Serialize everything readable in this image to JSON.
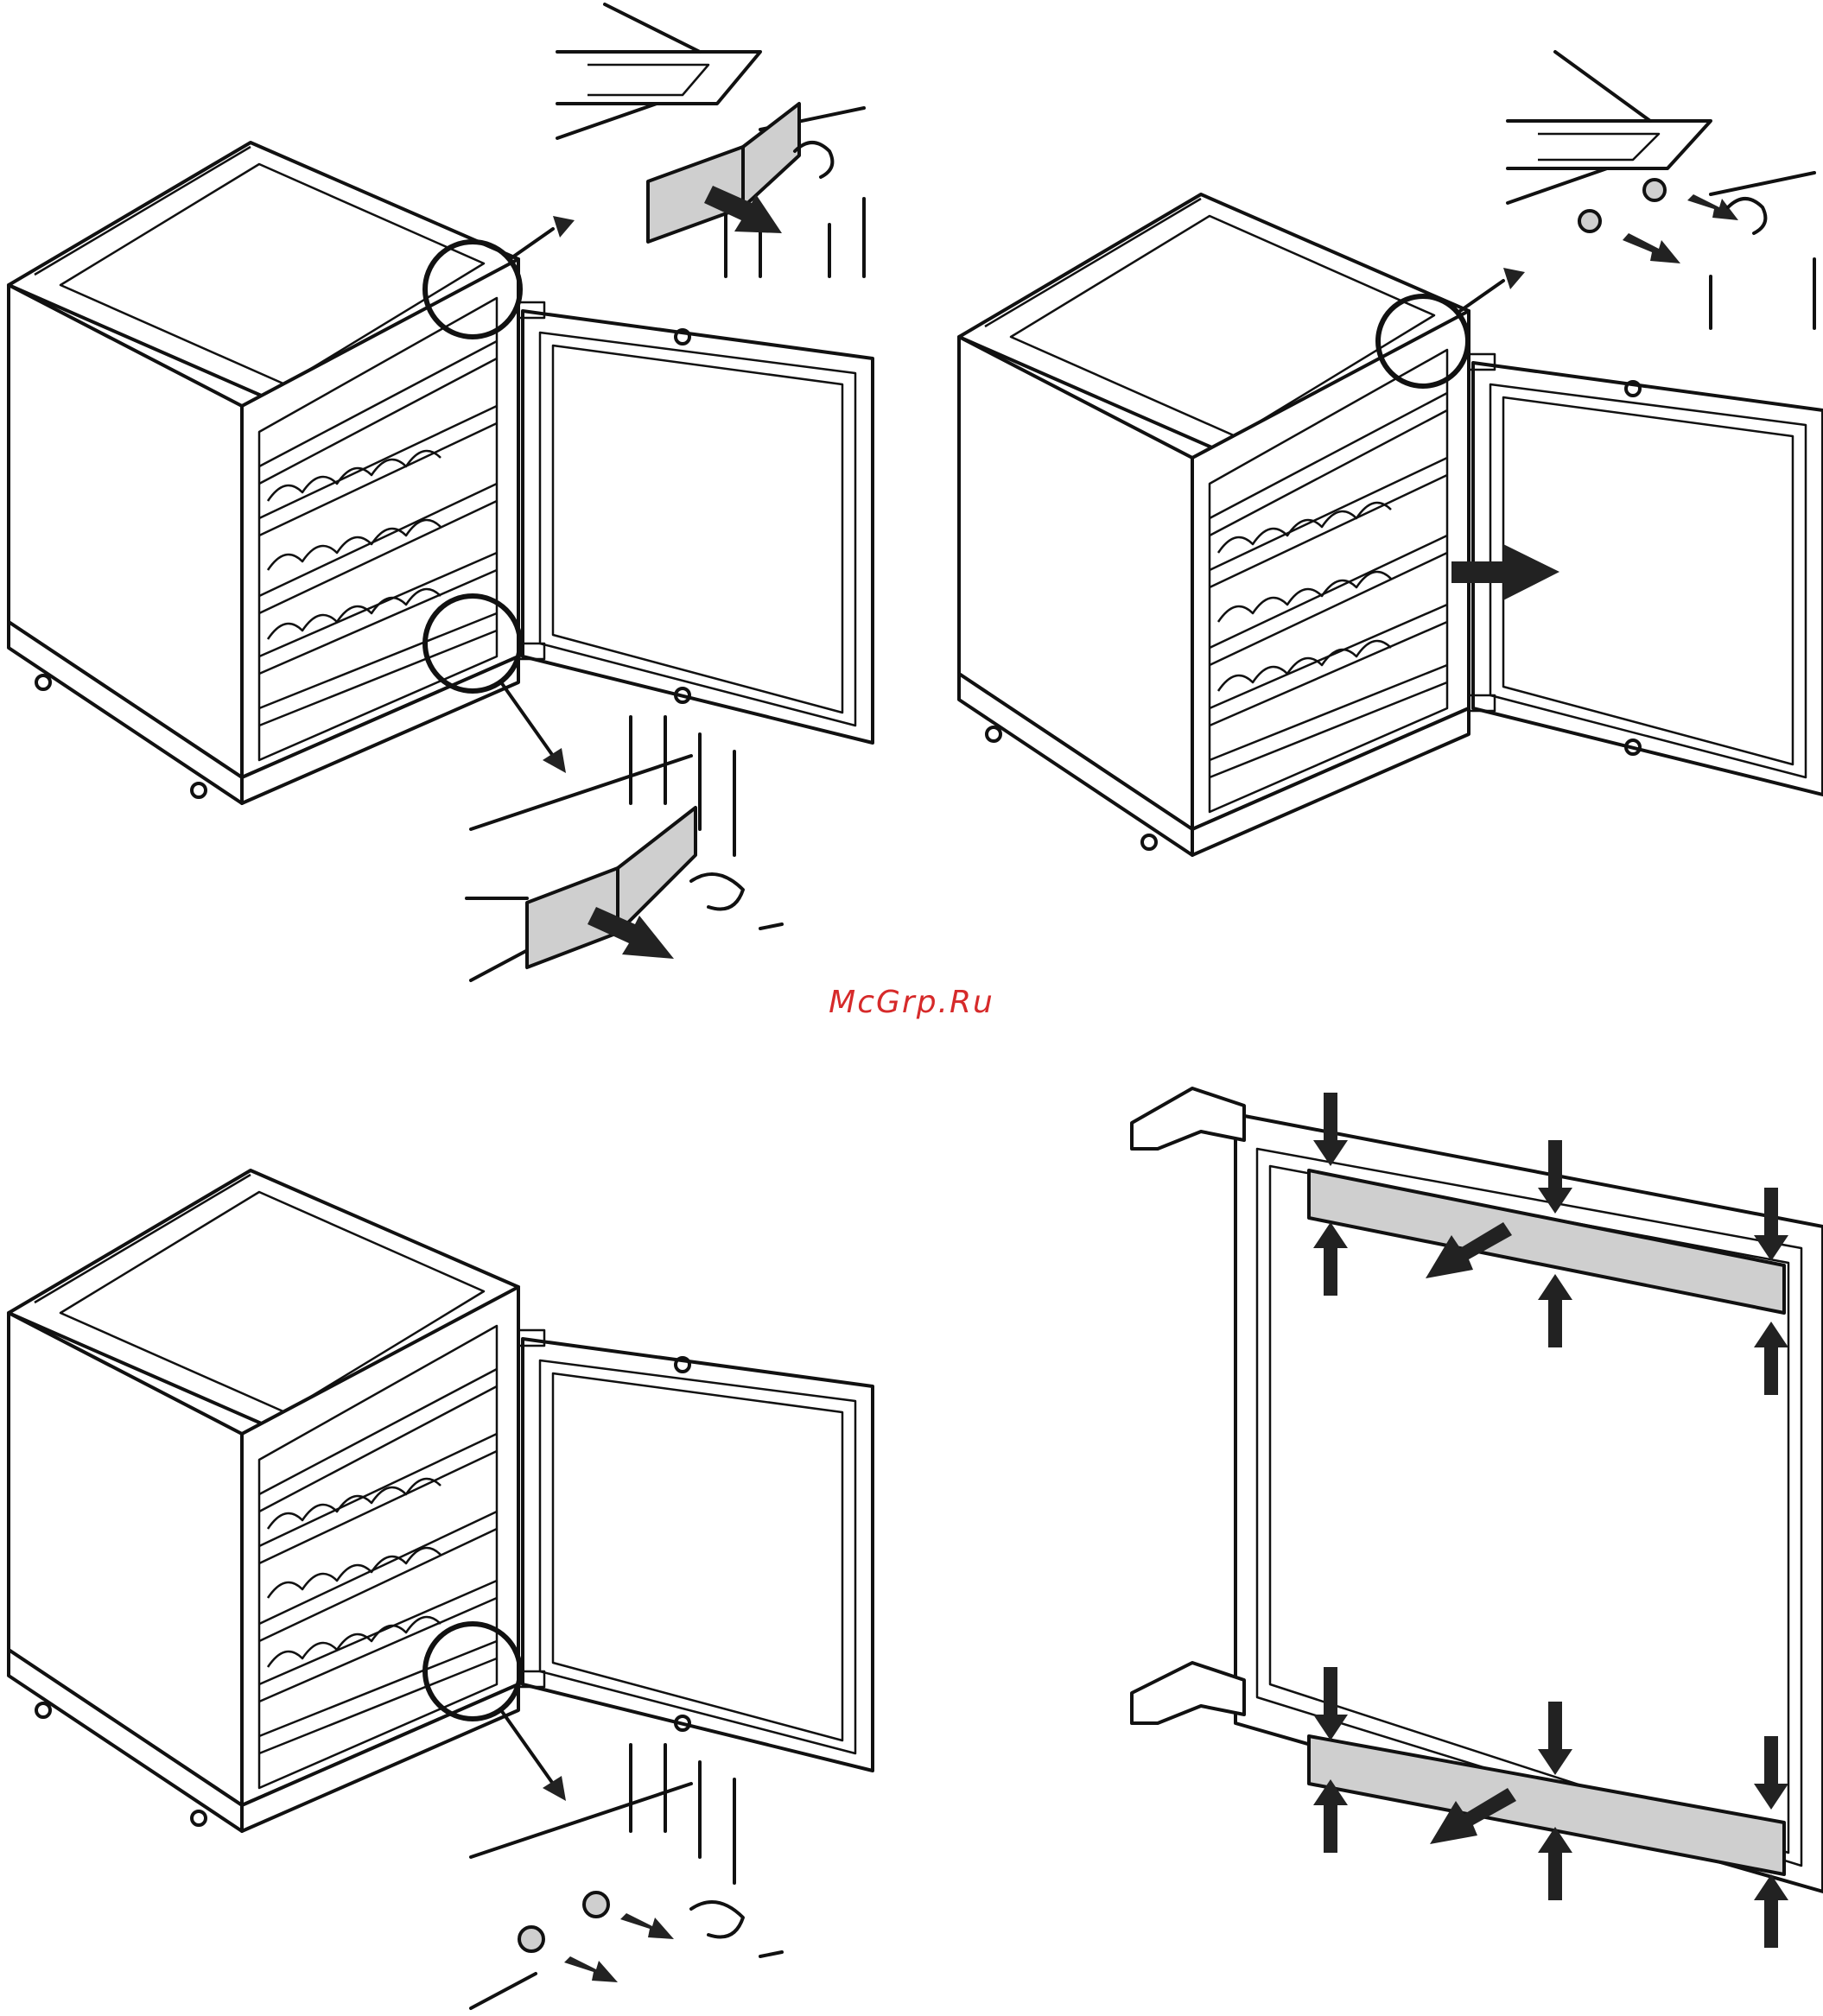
{
  "watermark": {
    "text": "McGrp.Ru",
    "color": "#d62a2a"
  },
  "colors": {
    "line": "#111111",
    "panel_fill": "#cfcfcf",
    "arrow": "#222222",
    "background": "#ffffff"
  },
  "steps": [
    {
      "name": "remove-upper-and-lower-hinge-covers",
      "icons": [
        "magnifier-circle-icon",
        "pull-arrow-icon"
      ]
    },
    {
      "name": "unscrew-upper-hinge-and-remove-door",
      "icons": [
        "magnifier-circle-icon",
        "screw-icon",
        "pull-arrow-icon"
      ]
    },
    {
      "name": "unscrew-lower-hinge",
      "icons": [
        "magnifier-circle-icon",
        "screw-icon"
      ]
    },
    {
      "name": "remove-door-decor-strips",
      "icons": [
        "push-arrow-icon",
        "pull-arrow-icon"
      ]
    }
  ]
}
